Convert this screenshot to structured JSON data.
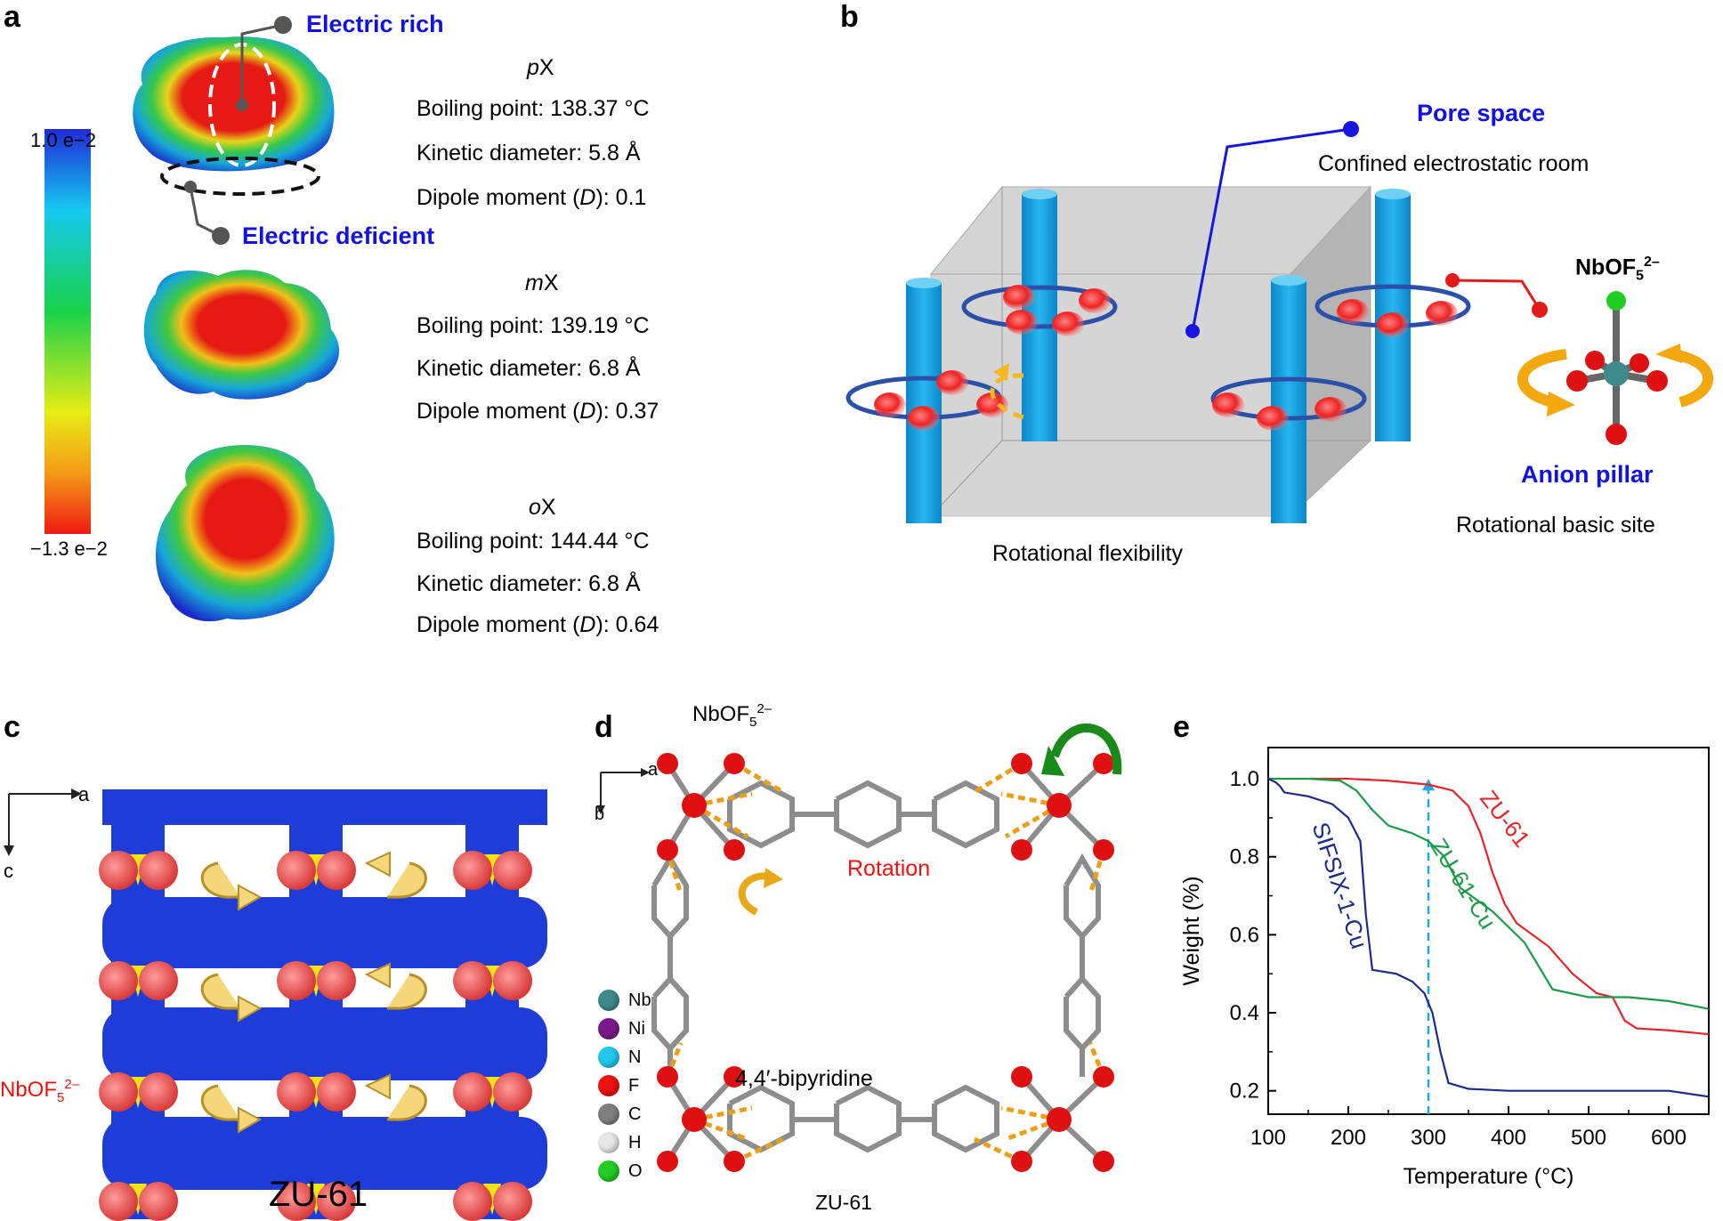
{
  "panel_labels": {
    "a": "a",
    "b": "b",
    "c": "c",
    "d": "d",
    "e": "e"
  },
  "panel_a": {
    "scale_top": "1.0 e−2",
    "scale_bottom": "−1.3 e−2",
    "electric_rich": "Electric rich",
    "electric_deficient": "Electric deficient",
    "molecules": [
      {
        "name_italic": "p",
        "name_rest": "X",
        "boiling": "Boiling point: 138.37 °C",
        "kinetic": "Kinetic diameter: 5.8 Å",
        "dipole_pre": "Dipole moment (",
        "dipole_d": "D",
        "dipole_post": "): 0.1"
      },
      {
        "name_italic": "m",
        "name_rest": "X",
        "boiling": "Boiling point: 139.19 °C",
        "kinetic": "Kinetic diameter: 6.8 Å",
        "dipole_pre": "Dipole moment (",
        "dipole_d": "D",
        "dipole_post": "): 0.37"
      },
      {
        "name_italic": "o",
        "name_rest": "X",
        "boiling": "Boiling point: 144.44 °C",
        "kinetic": "Kinetic diameter: 6.8 Å",
        "dipole_pre": "Dipole moment (",
        "dipole_d": "D",
        "dipole_post": "): 0.64"
      }
    ]
  },
  "panel_b": {
    "pore_space": "Pore space",
    "confined": "Confined electrostatic room",
    "anion_formula": "NbOF",
    "anion_sub": "5",
    "anion_sup": "2–",
    "anion_pillar": "Anion pillar",
    "rotational_basic": "Rotational basic site",
    "rotational_flex": "Rotational flexibility"
  },
  "panel_c": {
    "axis_a": "a",
    "axis_c": "c",
    "anion_formula": "NbOF",
    "anion_sub": "5",
    "anion_sup": "2–",
    "title": "ZU-61"
  },
  "panel_d": {
    "anion_formula": "NbOF",
    "anion_sub": "5",
    "anion_sup": "2–",
    "axis_a": "a",
    "axis_b": "b",
    "rotation": "Rotation",
    "bipyridine": "4,4′-bipyridine",
    "title": "ZU-61",
    "legend": [
      {
        "label": "Nb",
        "color": "#3f8a8a"
      },
      {
        "label": "Ni",
        "color": "#7a1a8a"
      },
      {
        "label": "N",
        "color": "#22c8ee"
      },
      {
        "label": "F",
        "color": "#ee1111"
      },
      {
        "label": "C",
        "color": "#808080"
      },
      {
        "label": "H",
        "color": "#e6e6e6"
      },
      {
        "label": "O",
        "color": "#22cc22"
      }
    ]
  },
  "chart_data": {
    "type": "line",
    "xlabel": "Temperature (°C)",
    "ylabel": "Weight (%)",
    "xlim": [
      100,
      650
    ],
    "ylim": [
      0.14,
      1.08
    ],
    "xticks": [
      100,
      200,
      300,
      400,
      500,
      600
    ],
    "yticks": [
      0.2,
      0.4,
      0.6,
      0.8,
      1.0
    ],
    "xtick_labels": [
      "100",
      "200",
      "300",
      "400",
      "500",
      "600"
    ],
    "ytick_labels": [
      "0.2",
      "0.4",
      "0.6",
      "0.8",
      "1.0"
    ],
    "marker_line_x": 300,
    "series": [
      {
        "name": "ZU-61",
        "color": "#e3262a",
        "x": [
          100,
          150,
          200,
          250,
          300,
          330,
          350,
          365,
          380,
          395,
          410,
          450,
          480,
          510,
          530,
          545,
          560,
          600,
          650
        ],
        "y": [
          1.0,
          1.0,
          1.0,
          0.995,
          0.985,
          0.97,
          0.93,
          0.86,
          0.76,
          0.68,
          0.63,
          0.57,
          0.5,
          0.45,
          0.44,
          0.38,
          0.36,
          0.355,
          0.345
        ]
      },
      {
        "name": "ZU-61-Cu",
        "color": "#1b9a4a",
        "x": [
          100,
          150,
          190,
          210,
          230,
          250,
          280,
          300,
          320,
          340,
          380,
          420,
          455,
          500,
          550,
          600,
          650
        ],
        "y": [
          1.0,
          1.0,
          0.995,
          0.97,
          0.92,
          0.88,
          0.86,
          0.84,
          0.8,
          0.72,
          0.66,
          0.58,
          0.46,
          0.44,
          0.44,
          0.43,
          0.41
        ]
      },
      {
        "name": "SIFSIX-1-Cu",
        "color": "#1c2a8a",
        "x": [
          100,
          110,
          115,
          120,
          150,
          180,
          200,
          215,
          222,
          230,
          260,
          280,
          295,
          305,
          315,
          325,
          350,
          400,
          450,
          500,
          550,
          600,
          650
        ],
        "y": [
          1.0,
          0.99,
          0.98,
          0.965,
          0.955,
          0.935,
          0.9,
          0.84,
          0.65,
          0.51,
          0.5,
          0.48,
          0.45,
          0.4,
          0.3,
          0.22,
          0.205,
          0.2,
          0.2,
          0.2,
          0.2,
          0.2,
          0.185
        ]
      }
    ]
  }
}
